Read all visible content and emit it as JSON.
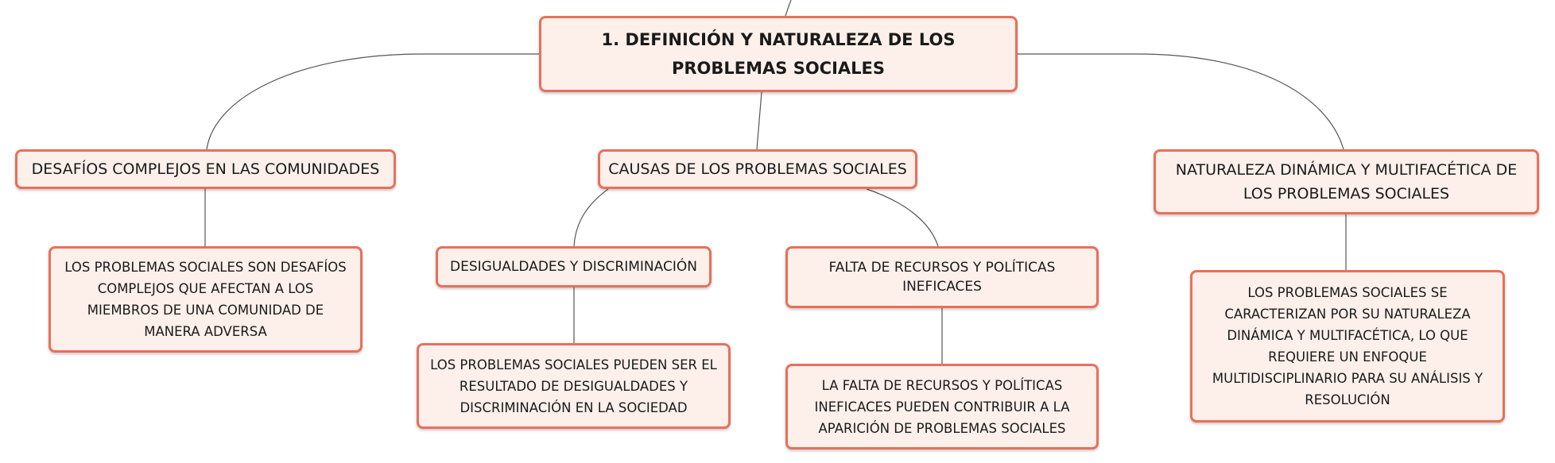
{
  "root": {
    "label": "1. DEFINICIÓN Y NATURALEZA DE LOS PROBLEMAS SOCIALES"
  },
  "branches": {
    "desafios": {
      "label": "DESAFÍOS COMPLEJOS EN LAS COMUNIDADES",
      "detail": "LOS PROBLEMAS SOCIALES SON DESAFÍOS COMPLEJOS QUE AFECTAN A LOS MIEMBROS DE UNA COMUNIDAD DE MANERA ADVERSA"
    },
    "causas": {
      "label": "CAUSAS DE LOS PROBLEMAS SOCIALES",
      "desigualdades": {
        "label": "DESIGUALDADES Y DISCRIMINACIÓN",
        "detail": "LOS PROBLEMAS SOCIALES PUEDEN SER EL RESULTADO DE DESIGUALDADES Y DISCRIMINACIÓN EN LA SOCIEDAD"
      },
      "falta_recursos": {
        "label": "FALTA DE RECURSOS Y POLÍTICAS INEFICACES",
        "detail": "LA FALTA DE RECURSOS Y POLÍTICAS INEFICACES PUEDEN CONTRIBUIR A LA APARICIÓN DE PROBLEMAS SOCIALES"
      }
    },
    "naturaleza": {
      "label": "NATURALEZA DINÁMICA Y MULTIFACÉTICA DE LOS PROBLEMAS SOCIALES",
      "detail": "LOS PROBLEMAS SOCIALES SE CARACTERIZAN POR SU NATURALEZA DINÁMICA Y MULTIFACÉTICA, LO QUE REQUIERE UN ENFOQUE MULTIDISCIPLINARIO PARA SU ANÁLISIS Y RESOLUCIÓN"
    }
  },
  "colors": {
    "node_border": "#e8705a",
    "node_fill": "#fdf0eb",
    "connector": "#555555"
  }
}
